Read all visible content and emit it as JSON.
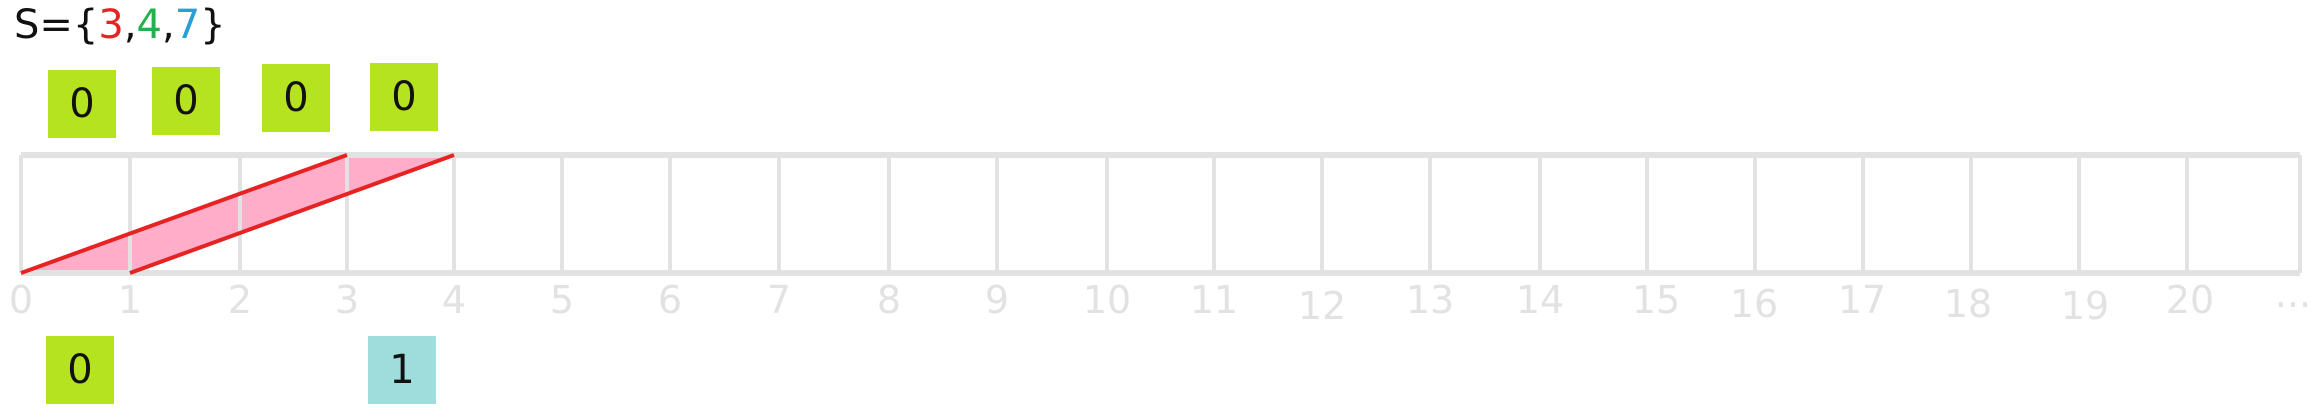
{
  "title": {
    "prefix": "S={",
    "numbers": [
      {
        "text": "3",
        "color": "#e62222"
      },
      {
        "text": "4",
        "color": "#22b14c"
      },
      {
        "text": "7",
        "color": "#2a9fd6"
      }
    ],
    "comma": ",",
    "suffix": "}"
  },
  "top_boxes": [
    "0",
    "0",
    "0",
    "0"
  ],
  "bottom_boxes": [
    {
      "text": "0",
      "color": "#b6e31f"
    },
    {
      "text": "1",
      "color": "#9fdcdc"
    }
  ],
  "axis": {
    "ticks": [
      "0",
      "1",
      "2",
      "3",
      "4",
      "5",
      "6",
      "7",
      "8",
      "9",
      "10",
      "11",
      "12",
      "13",
      "14",
      "15",
      "16",
      "17",
      "18",
      "19",
      "20",
      "..."
    ]
  },
  "highlight": {
    "fill": "#ffadc8",
    "stroke": "#e62222",
    "from": 0,
    "to": 4,
    "width": 1
  },
  "colors": {
    "grid": "#e2e2e2",
    "box_green": "#b6e31f",
    "box_teal": "#9fdcdc"
  }
}
